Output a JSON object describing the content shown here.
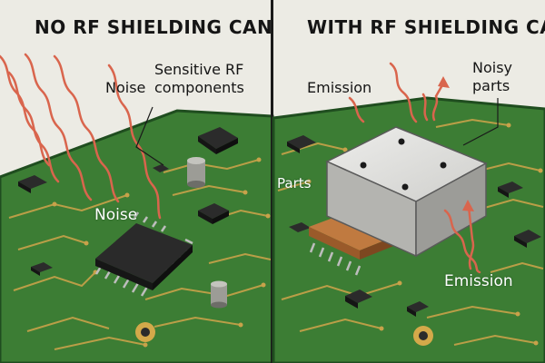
{
  "left_panel": {
    "title": "NO RF SHIELDING CAN",
    "labels": {
      "noise_top": "Noise",
      "sensitive_line1": "Sensitive RF",
      "sensitive_line2": "components",
      "noise_board": "Noise"
    }
  },
  "right_panel": {
    "title": "WITH RF SHIELDING CAN",
    "labels": {
      "emission_top": "Emission",
      "noisy_line1": "Noisy",
      "noisy_line2": "parts",
      "parts": "Parts",
      "emission_bottom": "Emission"
    }
  },
  "colors": {
    "background": "#ecebe4",
    "pcb_green": "#3c7d34",
    "pcb_edge": "#1f4d1f",
    "trace_gold": "#c8a24a",
    "noise_wave": "#d9654d",
    "shield_can": "#c9c9c6",
    "copper_part": "#c07a40",
    "chip": "#2a2a2a"
  }
}
